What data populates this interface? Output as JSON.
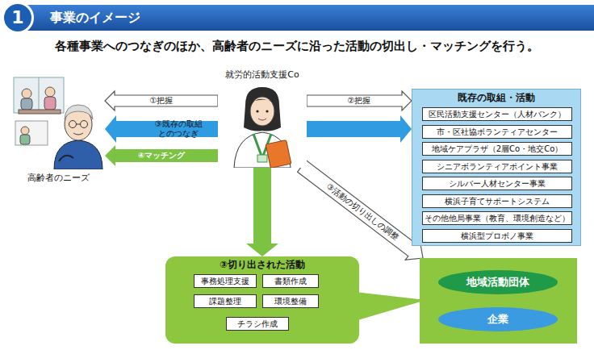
{
  "diagram": {
    "title": "事業のイメージ",
    "nodes": [
      {
        "text": [
          "高齢者のニーズ"
        ]
      },
      {
        "text": [
          "就労的活動支援Co"
        ]
      },
      {
        "text": [
          "既存の取組・活動"
        ]
      },
      {
        "text": [
          "区民活動支援センター（人材バンク）"
        ],
        "in": 2
      },
      {
        "text": [
          "市・区社協ボランティアセンター"
        ],
        "in": 2
      },
      {
        "text": [
          "地域ケアプラザ（2層Co・地交Co）"
        ],
        "in": 2
      },
      {
        "text": [
          "シニアボランティアポイント事業"
        ],
        "in": 2
      },
      {
        "text": [
          "シルバー人材センター事業"
        ],
        "in": 2
      },
      {
        "text": [
          "横浜子育てサポートシステム"
        ],
        "in": 2
      },
      {
        "text": [
          "その他他局事業（教育、環境創造など）"
        ],
        "in": 2
      },
      {
        "text": [
          "横浜型プロボノ事業"
        ],
        "in": 2
      },
      {
        "text": [
          "③切り出された活動"
        ]
      },
      {
        "text": [
          "事務処理支援"
        ],
        "in": 11
      },
      {
        "text": [
          "書類作成"
        ],
        "in": 11
      },
      {
        "text": [
          "課題整理"
        ],
        "in": 11
      },
      {
        "text": [
          "環境整備"
        ],
        "in": 11
      },
      {
        "text": [
          "チラシ作成"
        ],
        "in": 11
      },
      {
        "text": []
      },
      {
        "text": [
          "地域活動団体"
        ],
        "in": 17
      },
      {
        "text": [
          "企業"
        ],
        "in": 17
      }
    ],
    "edges": [
      {
        "from": 1,
        "to": 0,
        "arrow": "to",
        "label": "①把握"
      },
      {
        "from": 1,
        "to": 2,
        "arrow": "to",
        "label": "②把握"
      },
      {
        "from": 0,
        "to": 2,
        "arrow": "both",
        "label": "③既存の取組 とのつなぎ"
      },
      {
        "from": 1,
        "to": 0,
        "arrow": "to",
        "label": "④マッチング"
      },
      {
        "from": 1,
        "to": 11,
        "arrow": "to"
      },
      {
        "from": 1,
        "to": 17,
        "arrow": "to",
        "label": "③活動の切り出しの調整"
      }
    ],
    "labels": [
      "1",
      "各種事業へのつなぎのほか、高齢者のニーズに沿った活動の切出し・マッチングを行う。"
    ]
  }
}
